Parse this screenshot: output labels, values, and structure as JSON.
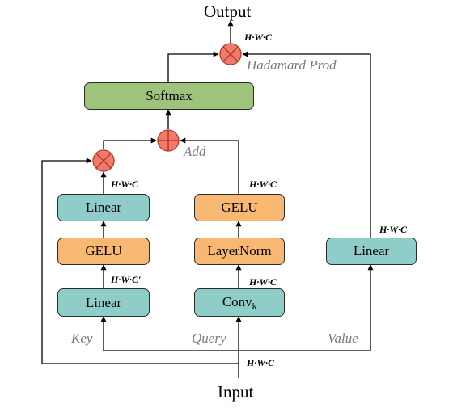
{
  "diagram": {
    "output_label": "Output",
    "input_label": "Input",
    "blocks": {
      "softmax": "Softmax",
      "key_linear_top": "Linear",
      "key_gelu": "GELU",
      "key_linear_bottom": "Linear",
      "query_gelu": "GELU",
      "query_layernorm": "LayerNorm",
      "query_conv": "Conv",
      "query_conv_subscript": "k",
      "value_linear": "Linear"
    },
    "operators": {
      "hadamard": "Hadamard Prod",
      "add": "Add"
    },
    "branches": {
      "key": "Key",
      "query": "Query",
      "value": "Value"
    },
    "dims": {
      "output": "H·W·C",
      "key_top": "H·W·C",
      "key_mid": "H·W·C′",
      "query_top": "H·W·C",
      "query_bottom": "H·W·C",
      "value": "H·W·C",
      "input": "H·W·C"
    },
    "colors": {
      "teal": "#8ecdc8",
      "orange": "#f9b872",
      "green": "#9dc47a",
      "operator_fill": "#f27a6a",
      "side_label": "#7a7a7a"
    }
  }
}
